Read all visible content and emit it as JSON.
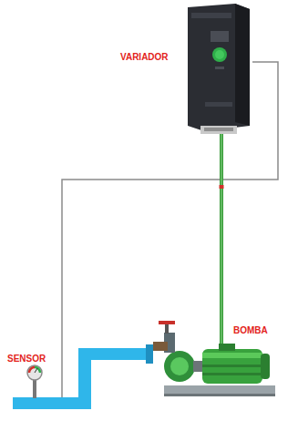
{
  "diagram": {
    "labels": [
      "VARIADOR",
      "BOMBA",
      "SENSOR"
    ]
  }
}
